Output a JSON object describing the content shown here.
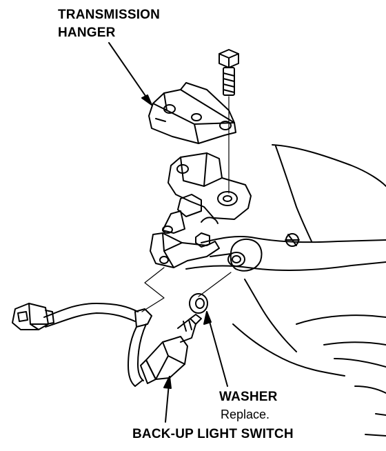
{
  "labels": {
    "transmission_hanger_line1": "TRANSMISSION",
    "transmission_hanger_line2": "HANGER",
    "washer": "WASHER",
    "washer_note": "Replace.",
    "backup_light_switch": "BACK-UP LIGHT SWITCH"
  },
  "colors": {
    "ink": "#000000",
    "background": "#ffffff"
  }
}
